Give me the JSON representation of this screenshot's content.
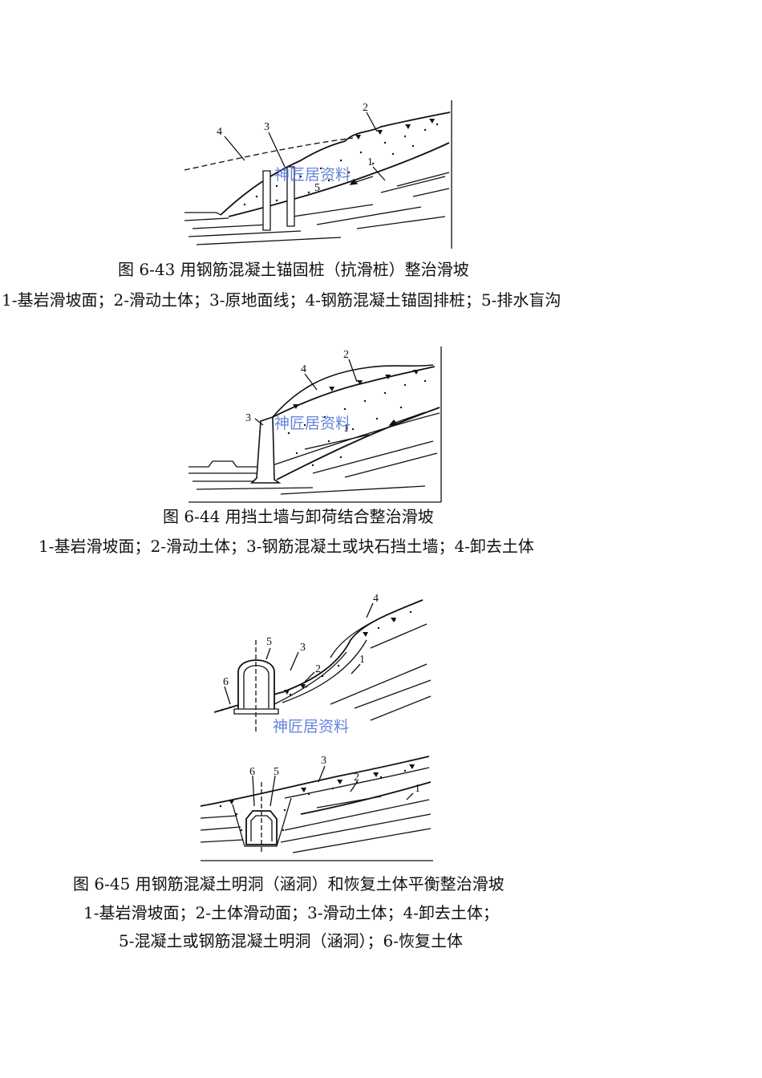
{
  "watermark": "神匠居资料",
  "figures": [
    {
      "labels": [
        "1",
        "2",
        "3",
        "4",
        "5"
      ],
      "caption": "图 6-43   用钢筋混凝土锚固桩（抗滑桩）整治滑坡",
      "legend": "1-基岩滑坡面；2-滑动土体；3-原地面线；4-钢筋混凝土锚固排桩；5-排水盲沟"
    },
    {
      "labels": [
        "1",
        "2",
        "3",
        "4"
      ],
      "caption": "图 6-44   用挡土墙与卸荷结合整治滑坡",
      "legend": "1-基岩滑坡面；2-滑动土体；3-钢筋混凝土或块石挡土墙；4-卸去土体"
    },
    {
      "labels": [
        "1",
        "2",
        "3",
        "4",
        "5",
        "6"
      ],
      "labels_bottom": [
        "1",
        "2",
        "3",
        "5",
        "6"
      ],
      "caption": "图 6-45   用钢筋混凝土明洞（涵洞）和恢复土体平衡整治滑坡",
      "legend_line1": "1-基岩滑坡面；2-土体滑动面；3-滑动土体；4-卸去土体；",
      "legend_line2": "5-混凝土或钢筋混凝土明洞（涵洞）；6-恢复土体"
    }
  ]
}
